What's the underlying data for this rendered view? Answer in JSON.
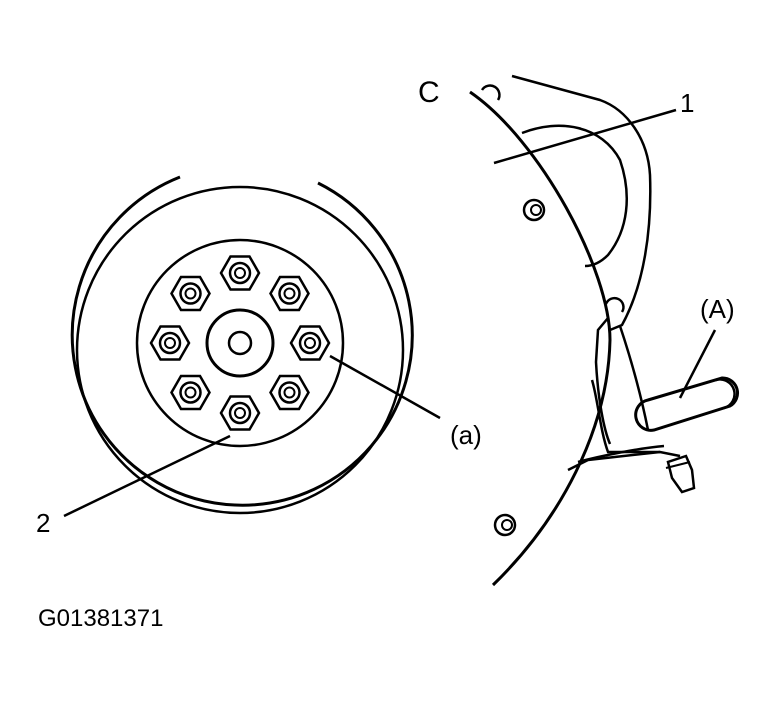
{
  "diagram": {
    "labels": {
      "c": "C",
      "one": "1",
      "a_upper": "(A)",
      "a_lower": "(a)",
      "two": "2"
    },
    "figure_id": "G01381371",
    "colors": {
      "ink": "#000000",
      "background": "#ffffff"
    }
  }
}
